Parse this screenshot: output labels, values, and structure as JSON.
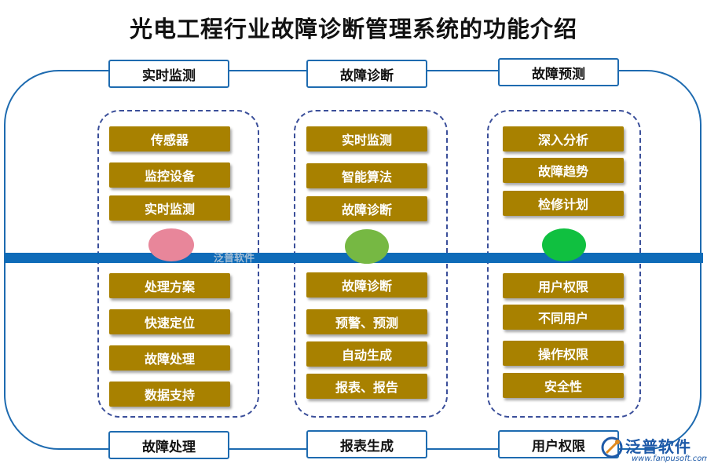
{
  "title": "光电工程行业故障诊断管理系统的功能介绍",
  "headers": {
    "top": [
      "实时监测",
      "故障诊断",
      "故障预测"
    ],
    "bottom": [
      "故障处理",
      "报表生成",
      "用户权限"
    ]
  },
  "columns": [
    {
      "upper": [
        "传感器",
        "监控设备",
        "实时监测"
      ],
      "lower": [
        "处理方案",
        "快速定位",
        "故障处理",
        "数据支持"
      ],
      "dot_color": "#e8869a"
    },
    {
      "upper": [
        "实时监测",
        "智能算法",
        "故障诊断"
      ],
      "lower": [
        "故障诊断",
        "预警、预测",
        "自动生成",
        "报表、报告"
      ],
      "dot_color": "#76b843"
    },
    {
      "upper": [
        "深入分析",
        "故障趋势",
        "检修计划"
      ],
      "lower": [
        "用户权限",
        "不同用户",
        "操作权限",
        "安全性"
      ],
      "dot_color": "#10c040"
    }
  ],
  "watermark": "泛普软件",
  "brand": {
    "name": "泛普软件",
    "url": "www.fanpusoft.com"
  },
  "colors": {
    "accent": "#1e6bb0",
    "item_bg": "#a88100",
    "axis": "#0e6bb8"
  }
}
